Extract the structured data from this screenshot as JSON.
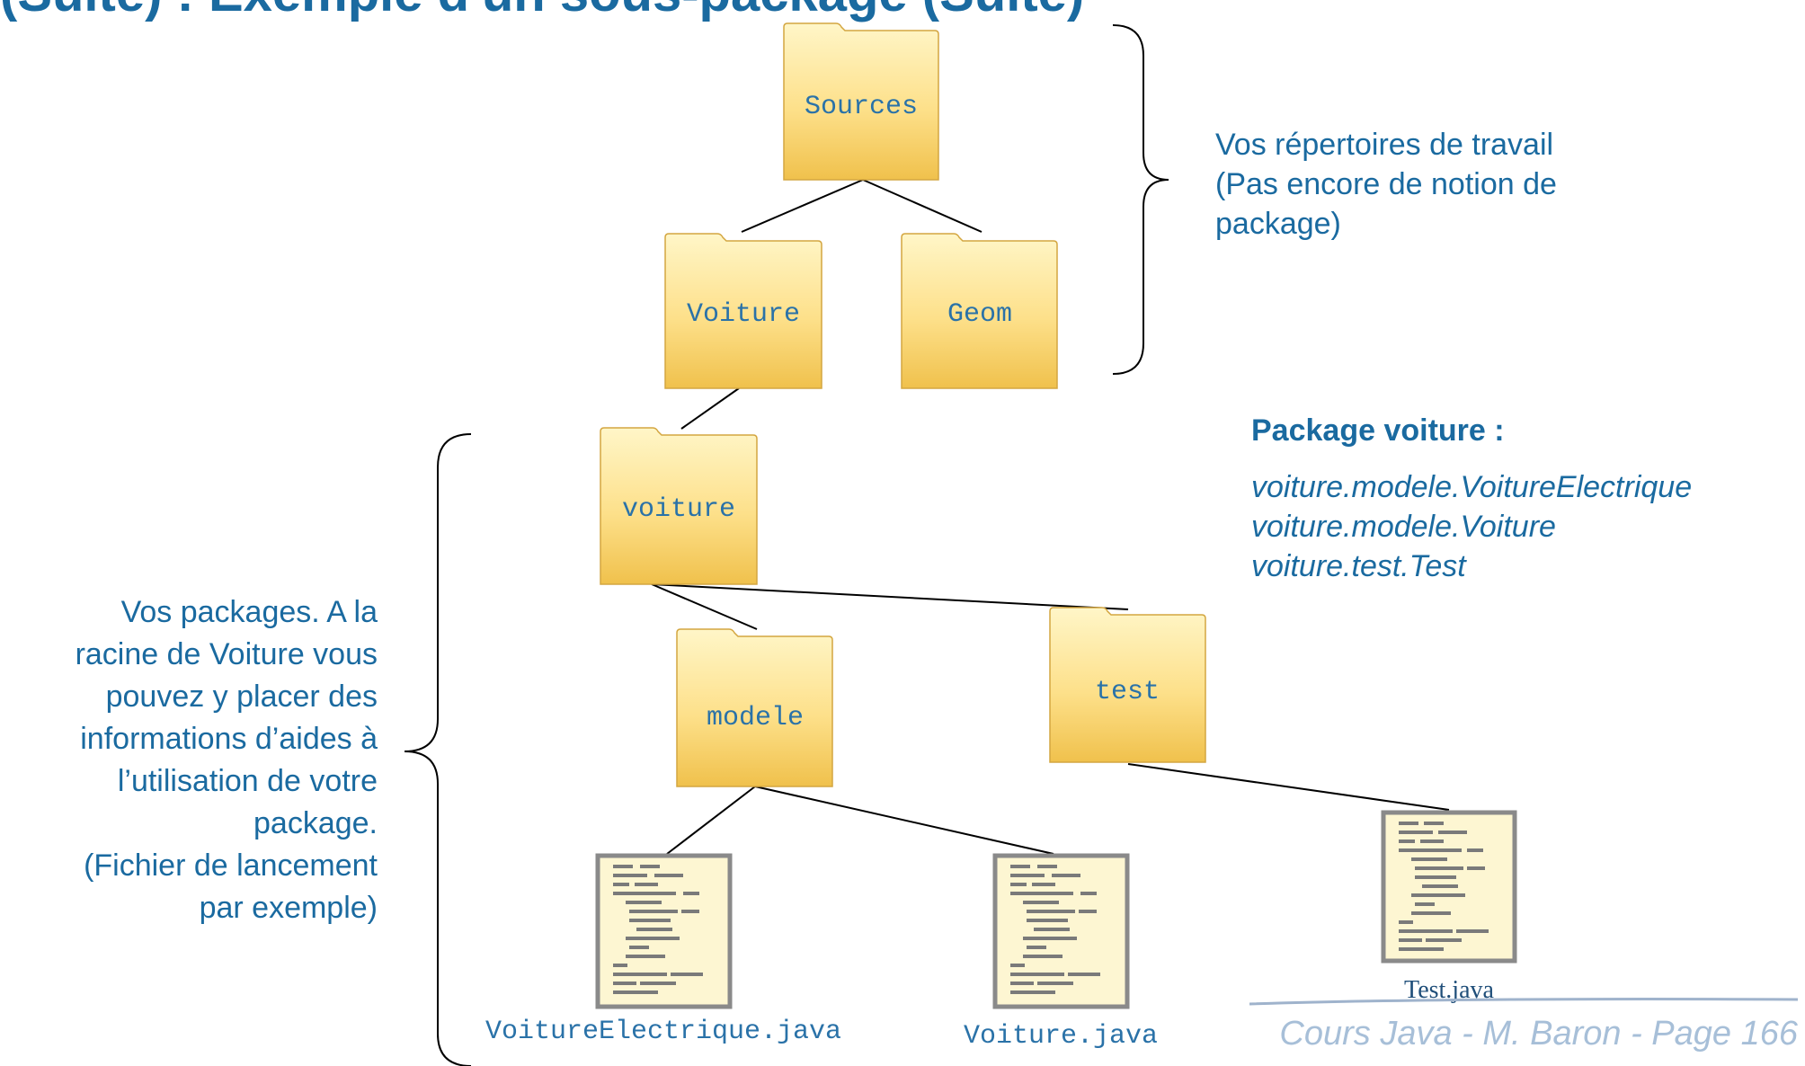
{
  "title_partial": "(Suite) : Exemple d'un sous-package (Suite)",
  "folders": {
    "sources": "Sources",
    "voiture_dir": "Voiture",
    "geom": "Geom",
    "voiture_pkg": "voiture",
    "modele": "modele",
    "test": "test"
  },
  "files": {
    "voiture_electrique": "VoitureElectrique.java",
    "voiture": "Voiture.java",
    "test": "Test.java"
  },
  "annotations": {
    "work_dirs": [
      "Vos répertoires de travail",
      "(Pas encore de notion de",
      "package)"
    ],
    "packages": [
      "Vos packages. A la",
      "racine de Voiture vous",
      "pouvez y placer des",
      "informations d’aides à",
      "l’utilisation de votre",
      "package.",
      "(Fichier de lancement",
      "par exemple)"
    ],
    "package_heading": "Package voiture :",
    "package_classes": [
      "voiture.modele.VoitureElectrique",
      "voiture.modele.Voiture",
      "voiture.test.Test"
    ]
  },
  "footer": "Cours Java - M. Baron - Page  166",
  "colors": {
    "folder_top": "#fff3b8",
    "folder_bottom": "#f3c85a",
    "text_blue": "#1a6aa0"
  }
}
